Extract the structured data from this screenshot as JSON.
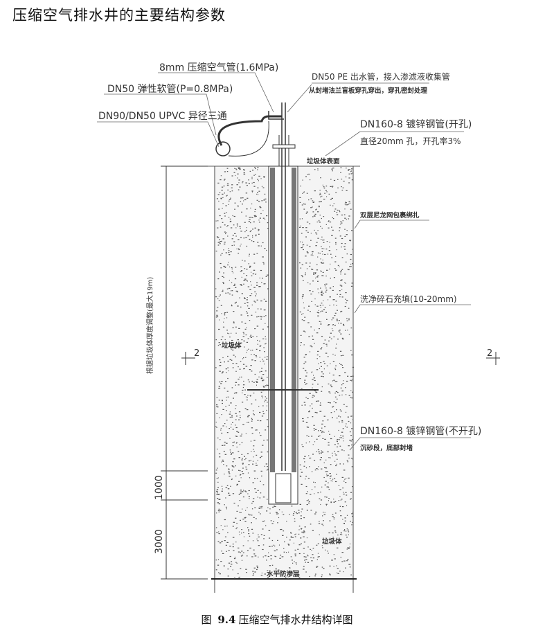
{
  "title": "压缩空气排水井的主要结构参数",
  "labels": {
    "air_pipe": "8mm 压缩空气管(1.6MPa)",
    "hose": "DN50 弹性软管(P=0.8MPa)",
    "tee": "DN90/DN50 UPVC 异径三通",
    "outlet_1": "DN50 PE 出水管，接入渗滤液收集管",
    "outlet_2": "从封堵法兰盲板穿孔穿出，穿孔密封处理",
    "perforated_1": "DN160-8 镀锌钢管(开孔)",
    "perforated_2": "直径20mm 孔，开孔率3%",
    "surface": "垃圾体表面",
    "nylon": "双层尼龙网包裹绑扎",
    "gravel": "洗净碎石充填(10-20mm)",
    "waste_left": "垃圾体",
    "solid_1": "DN160-8 镀锌钢管(不开孔)",
    "solid_2": "沉砂段，底部封堵",
    "waste_bottom": "垃圾体",
    "liner": "水平防渗层",
    "depth": "根据垃圾体厚度调整(最大19m)",
    "dim_1000": "1000",
    "dim_3000": "3000",
    "section": "2"
  },
  "caption": {
    "prefix": "图",
    "number": "9.4",
    "text": "压缩空气排水井结构详图"
  }
}
